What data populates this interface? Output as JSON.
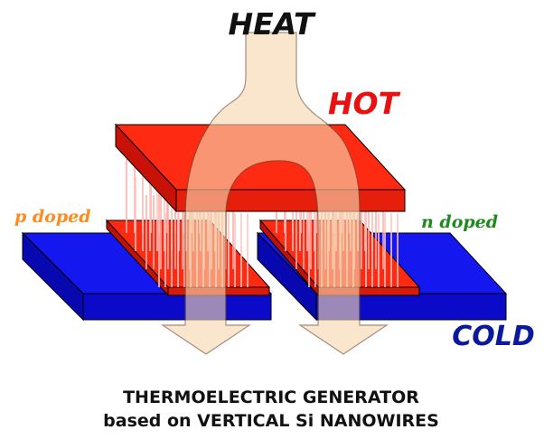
{
  "labels": {
    "heat": "HEAT",
    "hot": "HOT",
    "cold": "COLD",
    "p_doped": "p doped",
    "n_doped": "n doped"
  },
  "caption": {
    "line1": "THERMOELECTRIC GENERATOR",
    "line2": "based on VERTICAL Si NANOWIRES"
  },
  "colors": {
    "hot_plate": "#ff2a12",
    "cold_plate": "#0a10e6",
    "heat_flow": "#f6d7ae",
    "heat_text": "#111111",
    "hot_text": "#e81010",
    "cold_text": "#0c1a9a",
    "p_text": "#ff8a1e",
    "n_text": "#1e8a1e"
  },
  "icons": {
    "heat_flow": "heat-flow-arrow"
  }
}
